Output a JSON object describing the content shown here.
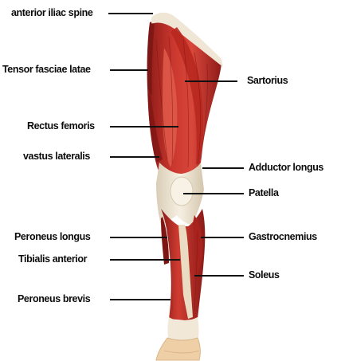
{
  "colors": {
    "muscle_dark": "#9c1f1c",
    "muscle_mid": "#c5322b",
    "muscle_light": "#e2675a",
    "tendon": "#efe6d6",
    "bone": "#f3e7cf",
    "label": "#0c0c0c"
  },
  "labels": {
    "anterior_iliac_spine": "anterior iliac spine",
    "tensor_fasciae_latae": "Tensor fasciae latae",
    "rectus_femoris": "Rectus femoris",
    "vastus_lateralis": "vastus lateralis",
    "peroneus_longus": "Peroneus longus",
    "tibialis_anterior": "Tibialis anterior",
    "peroneus_brevis": "Peroneus brevis",
    "sartorius": "Sartorius",
    "adductor_longus": "Adductor longus",
    "patella": "Patella",
    "gastrocnemius": "Gastrocnemius",
    "soleus": "Soleus"
  }
}
